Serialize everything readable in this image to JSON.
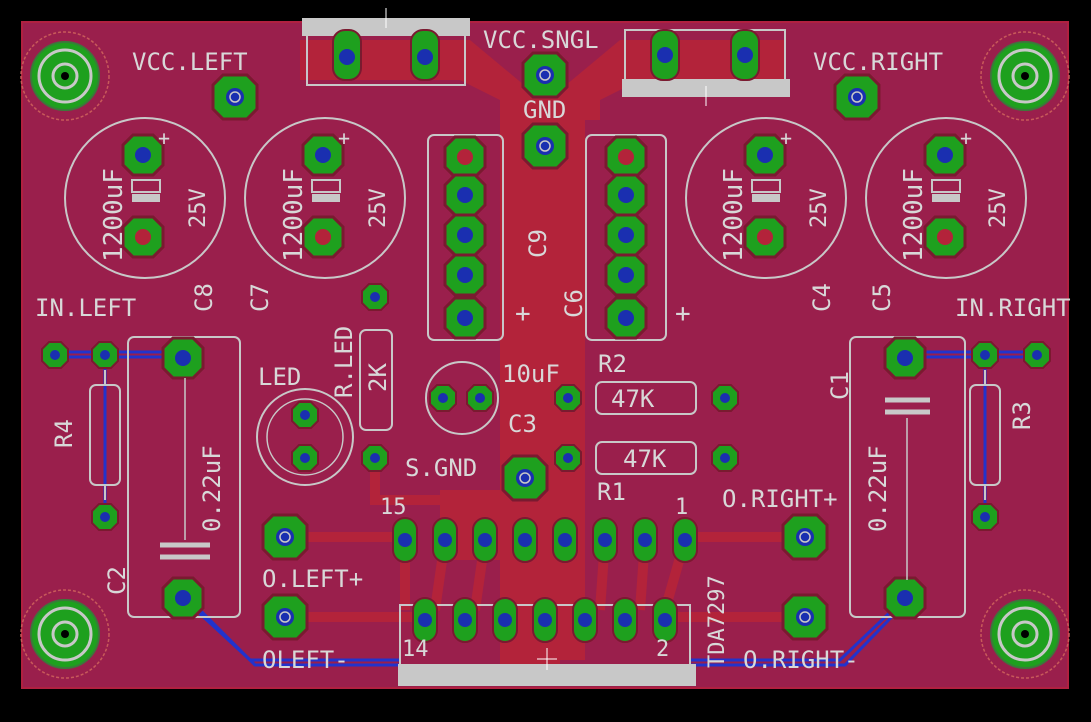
{
  "colors": {
    "background": "#000000",
    "board": "#9a1f4c",
    "top_copper": "#b3233a",
    "outline": "#c8c8c8",
    "pad_green": "#1ea01e",
    "pad_ring": "#7a1a30",
    "via_blue": "#1a2fb0",
    "trace_blue": "#2233cc"
  },
  "labels": {
    "vcc_left": "VCC.LEFT",
    "vcc_sngl": "VCC.SNGL",
    "vcc_right": "VCC.RIGHT",
    "gnd": "GND",
    "in_left": "IN.LEFT",
    "in_right": "IN.RIGHT",
    "led": "LED",
    "r_led": "R.LED",
    "r_led_value": "2K",
    "c3_value": "10uF",
    "c3": "C3",
    "r2": "R2",
    "r2_value": "47K",
    "r1": "R1",
    "r1_value": "47K",
    "s_gnd": "S.GND",
    "r4": "R4",
    "r3": "R3",
    "c1": "C1",
    "c2": "C2",
    "c2_value": "0.22uF",
    "c1_value": "0.22uF",
    "o_right_plus": "O.RIGHT+",
    "o_right_minus": "O.RIGHT-",
    "o_left_plus": "O.LEFT+",
    "o_left_minus": "OLEFT-",
    "pin_15": "15",
    "pin_14": "14",
    "pin_1": "1",
    "pin_2": "2",
    "ic": "TDA7297",
    "c9": "C9",
    "c6": "C6",
    "plus": "+"
  },
  "electrolytics": [
    {
      "name": "C8",
      "value": "1200uF",
      "voltage": "25V"
    },
    {
      "name": "C7",
      "value": "1200uF",
      "voltage": "25V"
    },
    {
      "name": "C4",
      "value": "1200uF",
      "voltage": "25V"
    },
    {
      "name": "C5",
      "value": "1200uF",
      "voltage": "25V"
    }
  ]
}
